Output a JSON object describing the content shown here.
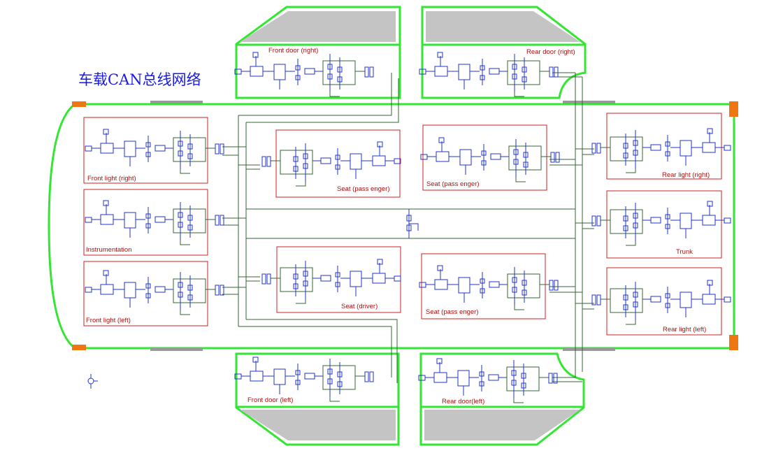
{
  "title": "车载CAN总线网络",
  "colors": {
    "body_outline": "#33e633",
    "module_border": "#cc2222",
    "module_label": "#b01010",
    "bus_wire": "#336633",
    "component": "#2233cc",
    "connector": "#ee7711",
    "window_fill": "#c4c4c4",
    "title": "#1a1ae6"
  },
  "modules": [
    {
      "id": "front-light-right",
      "label": "Front light (right)"
    },
    {
      "id": "instrumentation",
      "label": "Instrumentation"
    },
    {
      "id": "front-light-left",
      "label": "Front light (left)"
    },
    {
      "id": "seat-passenger-front",
      "label": "Seat (pass enger)"
    },
    {
      "id": "seat-driver",
      "label": "Seat (driver)"
    },
    {
      "id": "seat-passenger-rear-upper",
      "label": "Seat (pass enger)"
    },
    {
      "id": "seat-passenger-rear-lower",
      "label": "Seat (pass enger)"
    },
    {
      "id": "rear-light-right",
      "label": "Rear light (right)"
    },
    {
      "id": "trunk",
      "label": "Trunk"
    },
    {
      "id": "rear-light-left",
      "label": "Rear light (left)"
    },
    {
      "id": "front-door-right",
      "label": "Front door (right)"
    },
    {
      "id": "rear-door-right",
      "label": "Rear door (right)"
    },
    {
      "id": "front-door-left",
      "label": "Front door (left)"
    },
    {
      "id": "rear-door-left",
      "label": "Rear door(left)"
    }
  ]
}
